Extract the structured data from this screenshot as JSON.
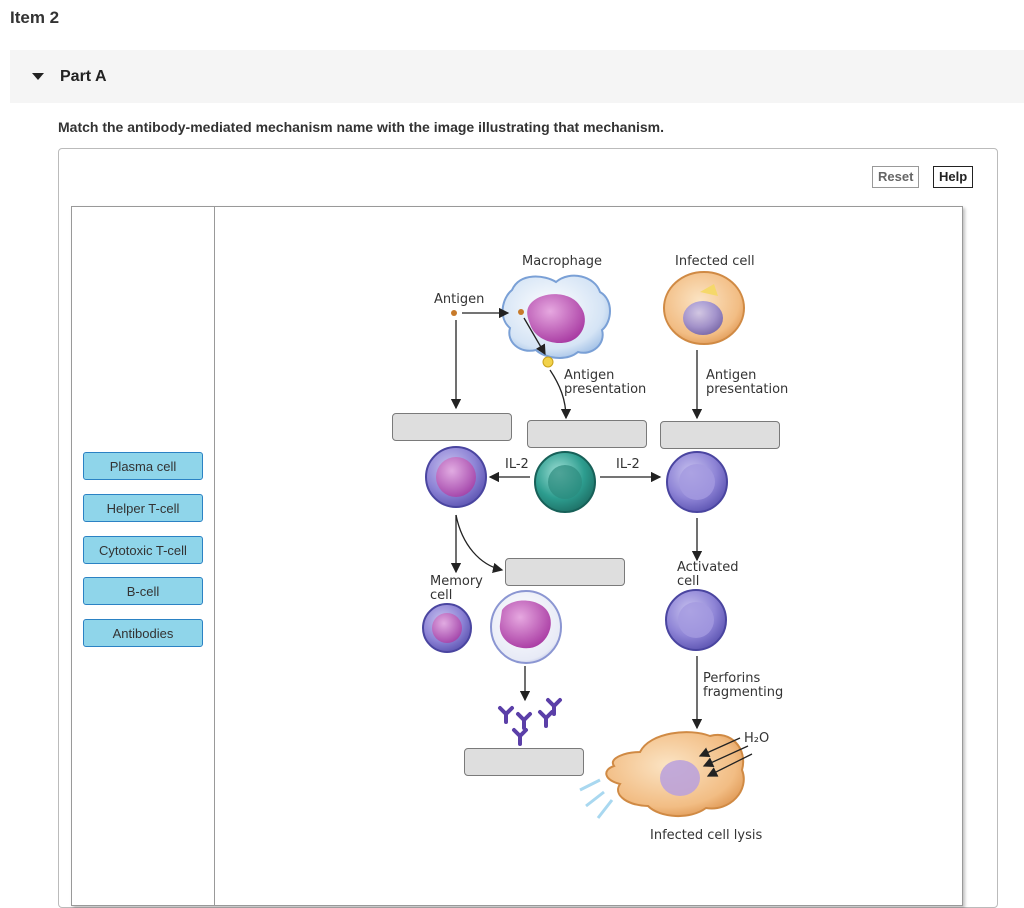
{
  "item": {
    "title": "Item 2"
  },
  "part": {
    "label": "Part A"
  },
  "instructions": "Match the antibody-mediated mechanism name with the image illustrating that mechanism.",
  "toolbar": {
    "reset_label": "Reset",
    "help_label": "Help"
  },
  "labels": [
    "Plasma cell",
    "Helper T-cell",
    "Cytotoxic T-cell",
    "B-cell",
    "Antibodies"
  ],
  "diagram": {
    "macrophage": "Macrophage",
    "infected_cell": "Infected cell",
    "antigen": "Antigen",
    "antigen_presentation_1": [
      "Antigen",
      "presentation"
    ],
    "antigen_presentation_2": [
      "Antigen",
      "presentation"
    ],
    "il2_left": "IL-2",
    "il2_right": "IL-2",
    "memory_cell": [
      "Memory",
      "cell"
    ],
    "activated_cell": [
      "Activated",
      "cell"
    ],
    "perforins": [
      "Perforins",
      "fragmenting"
    ],
    "h2o": "H₂O",
    "lysis": "Infected cell lysis"
  },
  "colors": {
    "label_fill": "#8fd5ea",
    "label_border": "#2b82c4",
    "drop_fill": "#dedede"
  }
}
